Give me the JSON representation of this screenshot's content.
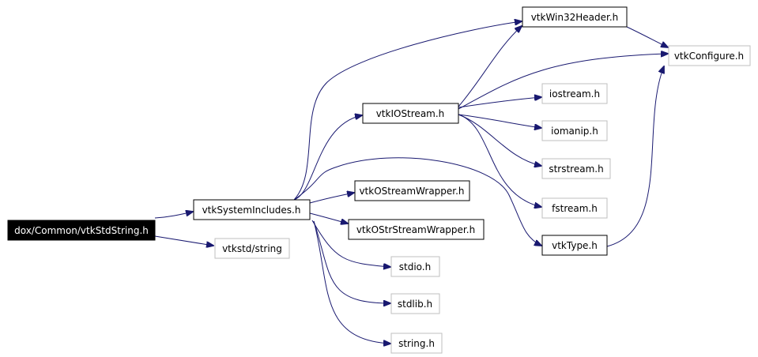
{
  "diagram": {
    "root": {
      "label": "dox/Common/vtkStdString.h",
      "fill": "#000000",
      "text_color": "#ffffff"
    },
    "nodes": {
      "vtkstd_string": {
        "label": "vtkstd/string",
        "style": "external"
      },
      "vtkSystemIncludes": {
        "label": "vtkSystemIncludes.h",
        "style": "documented"
      },
      "vtkIOStream": {
        "label": "vtkIOStream.h",
        "style": "documented"
      },
      "vtkOStreamWrapper": {
        "label": "vtkOStreamWrapper.h",
        "style": "documented"
      },
      "vtkOStrStreamWrapper": {
        "label": "vtkOStrStreamWrapper.h",
        "style": "documented"
      },
      "stdio": {
        "label": "stdio.h",
        "style": "external"
      },
      "stdlib": {
        "label": "stdlib.h",
        "style": "external"
      },
      "string": {
        "label": "string.h",
        "style": "external"
      },
      "vtkWin32Header": {
        "label": "vtkWin32Header.h",
        "style": "documented"
      },
      "vtkConfigure": {
        "label": "vtkConfigure.h",
        "style": "external"
      },
      "iostream": {
        "label": "iostream.h",
        "style": "external"
      },
      "iomanip": {
        "label": "iomanip.h",
        "style": "external"
      },
      "strstream": {
        "label": "strstream.h",
        "style": "external"
      },
      "fstream": {
        "label": "fstream.h",
        "style": "external"
      },
      "vtkType": {
        "label": "vtkType.h",
        "style": "documented"
      }
    },
    "edges": [
      [
        "root",
        "vtkSystemIncludes"
      ],
      [
        "root",
        "vtkstd_string"
      ],
      [
        "vtkSystemIncludes",
        "vtkIOStream"
      ],
      [
        "vtkSystemIncludes",
        "vtkWin32Header"
      ],
      [
        "vtkSystemIncludes",
        "vtkType"
      ],
      [
        "vtkSystemIncludes",
        "vtkOStreamWrapper"
      ],
      [
        "vtkSystemIncludes",
        "vtkOStrStreamWrapper"
      ],
      [
        "vtkSystemIncludes",
        "stdio"
      ],
      [
        "vtkSystemIncludes",
        "stdlib"
      ],
      [
        "vtkSystemIncludes",
        "string"
      ],
      [
        "vtkIOStream",
        "vtkWin32Header"
      ],
      [
        "vtkIOStream",
        "vtkConfigure"
      ],
      [
        "vtkIOStream",
        "iostream"
      ],
      [
        "vtkIOStream",
        "iomanip"
      ],
      [
        "vtkIOStream",
        "strstream"
      ],
      [
        "vtkIOStream",
        "fstream"
      ],
      [
        "vtkWin32Header",
        "vtkConfigure"
      ],
      [
        "vtkType",
        "vtkConfigure"
      ]
    ],
    "colors": {
      "edge": "#191970",
      "documented_border": "#000000",
      "external_border": "#bfbfbf",
      "node_fill": "#ffffff",
      "node_text": "#000000"
    }
  }
}
